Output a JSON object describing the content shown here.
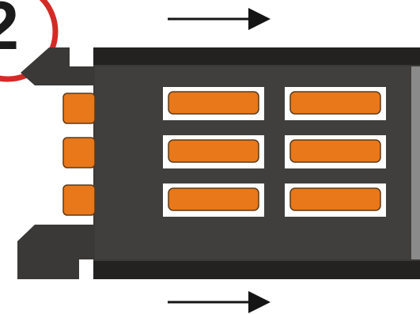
{
  "step": {
    "number": "2"
  },
  "colors": {
    "background": "#ffffff",
    "step_ring": "#d42a26",
    "step_text": "#1a1a1a",
    "holder_frame": "#3a3937",
    "holder_dark_edge": "#232221",
    "holder_face": "#403f3d",
    "contact_pad_window": "#ffffff",
    "contact_pad": "#e8781a",
    "contact_pad_outline": "#5a3a1a",
    "side_strip": "#8a8a8a",
    "arrow": "#151515"
  },
  "arrows": [
    {
      "direction": "right",
      "name": "top-arrow"
    },
    {
      "direction": "right",
      "name": "bottom-arrow"
    }
  ],
  "icons": {
    "step_badge": "step-number-circle-icon",
    "arrow": "arrow-right-icon",
    "holder": "sim-card-tray-icon",
    "contact": "contact-pad-icon"
  }
}
